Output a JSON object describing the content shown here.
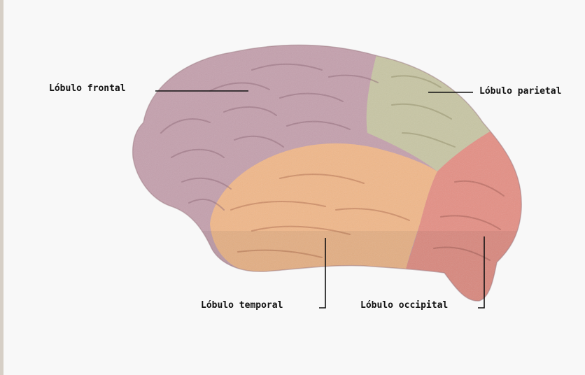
{
  "labels": {
    "frontal": "Lóbulo frontal",
    "parietal": "Lóbulo parietal",
    "temporal": "Lóbulo temporal",
    "occipital": "Lóbulo occipital"
  },
  "colors": {
    "background": "#f8f8f8",
    "frontal": "#c4a0ad",
    "parietal": "#c8c6a4",
    "temporal": "#f0b889",
    "occipital": "#e48f84",
    "leader_line": "#111111",
    "left_border": "#d6cfc6"
  }
}
